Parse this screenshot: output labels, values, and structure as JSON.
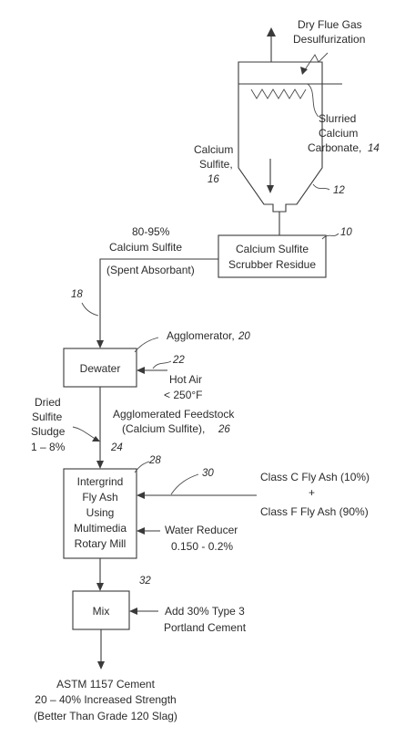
{
  "labels": {
    "dry_flue_gas_1": "Dry Flue Gas",
    "dry_flue_gas_2": "Desulfurization",
    "slurried_1": "Slurried",
    "slurried_2": "Calcium",
    "slurried_3": "Carbonate,",
    "slurried_ref": "14",
    "calcium_sulfite_1": "Calcium",
    "calcium_sulfite_2": "Sulfite,",
    "calcium_sulfite_ref": "16",
    "tower_ref": "12",
    "residue_ref": "10",
    "spent_1": "80-95%",
    "spent_2": "Calcium Sulfite",
    "spent_3": "(Spent Absorbant)",
    "line_ref_18": "18",
    "agglomerator": "Agglomerator,",
    "agglomerator_ref": "20",
    "hot_air_ref": "22",
    "hot_air_1": "Hot Air",
    "hot_air_2": "< 250°F",
    "dried_1": "Dried",
    "dried_2": "Sulfite",
    "dried_3": "Sludge",
    "dried_4": "1 – 8%",
    "dried_ref": "24",
    "feedstock_1": "Agglomerated Feedstock",
    "feedstock_2": "(Calcium Sulfite),",
    "feedstock_ref": "26",
    "mill_ref": "28",
    "flyash_ref": "30",
    "class_c": "Class C Fly Ash (10%)",
    "plus": "+",
    "class_f": "Class F Fly Ash (90%)",
    "water_1": "Water Reducer",
    "water_2": "0.150 - 0.2%",
    "mix_ref": "32",
    "cement_1": "Add 30% Type 3",
    "cement_2": "Portland Cement",
    "output_1": "ASTM 1157 Cement",
    "output_2": "20 – 40% Increased Strength",
    "output_3": "(Better Than Grade 120 Slag)"
  },
  "boxes": {
    "residue_1": "Calcium Sulfite",
    "residue_2": "Scrubber Residue",
    "dewater": "Dewater",
    "mill_1": "Intergrind",
    "mill_2": "Fly Ash",
    "mill_3": "Using",
    "mill_4": "Multimedia",
    "mill_5": "Rotary Mill",
    "mix": "Mix"
  }
}
